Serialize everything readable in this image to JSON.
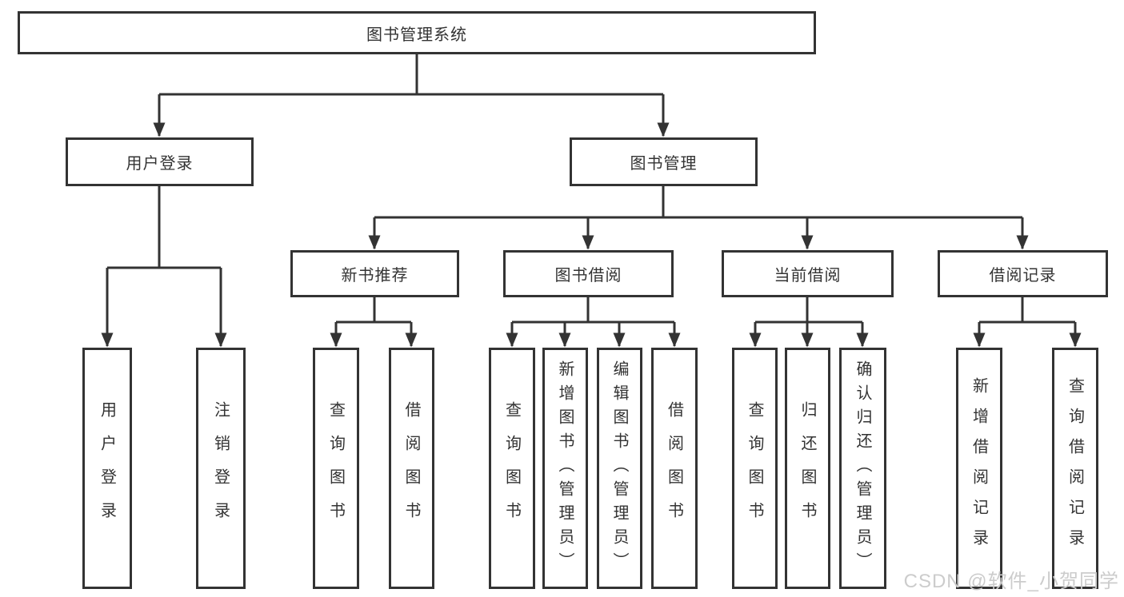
{
  "diagram": {
    "root": {
      "label": "图书管理系统"
    },
    "user_login": {
      "label": "用户登录",
      "children": [
        {
          "label": "用户登录"
        },
        {
          "label": "注销登录"
        }
      ]
    },
    "book_mgmt": {
      "label": "图书管理",
      "groups": [
        {
          "label": "新书推荐",
          "children": [
            {
              "label": "查询图书"
            },
            {
              "label": "借阅图书"
            }
          ]
        },
        {
          "label": "图书借阅",
          "children": [
            {
              "label": "查询图书"
            },
            {
              "label": "新增图书（管理员）"
            },
            {
              "label": "编辑图书（管理员）"
            },
            {
              "label": "借阅图书"
            }
          ]
        },
        {
          "label": "当前借阅",
          "children": [
            {
              "label": "查询图书"
            },
            {
              "label": "归还图书"
            },
            {
              "label": "确认归还（管理员）"
            }
          ]
        },
        {
          "label": "借阅记录",
          "children": [
            {
              "label": "新增借阅记录"
            },
            {
              "label": "查询借阅记录"
            }
          ]
        }
      ]
    }
  },
  "watermark": {
    "text": "CSDN @软件_小贺同学"
  },
  "colors": {
    "line": "#333333",
    "border": "#333333",
    "fill": "#ffffff",
    "text": "#333333",
    "watermark": "#cccccc"
  }
}
